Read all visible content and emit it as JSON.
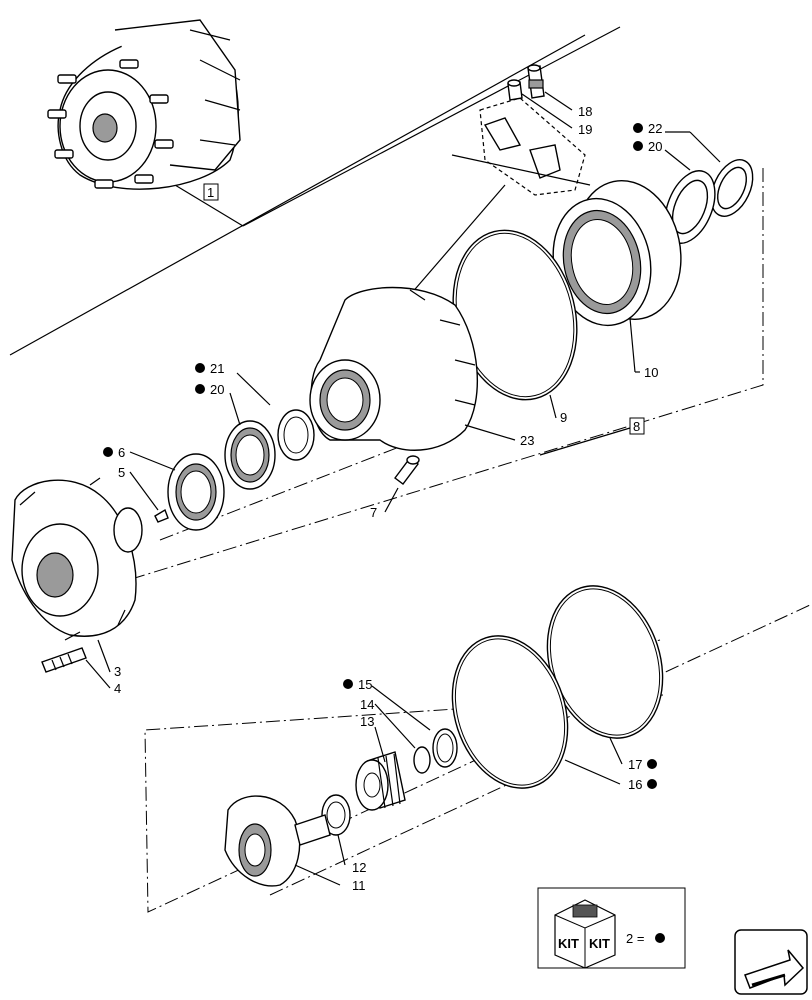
{
  "diagram": {
    "callouts": {
      "c1": "1",
      "c2": "2 =",
      "c3": "3",
      "c4": "4",
      "c5": "5",
      "c6": "6",
      "c7": "7",
      "c8": "8",
      "c9": "9",
      "c10": "10",
      "c11": "11",
      "c12": "12",
      "c13": "13",
      "c14": "14",
      "c15": "15",
      "c16": "16",
      "c17": "17",
      "c18": "18",
      "c19": "19",
      "c20a": "20",
      "c20b": "20",
      "c21": "21",
      "c22": "22",
      "c23": "23"
    },
    "kit_text_left": "KIT",
    "kit_text_right": "KIT",
    "icons": [
      "kit-box-icon",
      "navigation-arrow-icon",
      "kit-marker-dot"
    ]
  }
}
